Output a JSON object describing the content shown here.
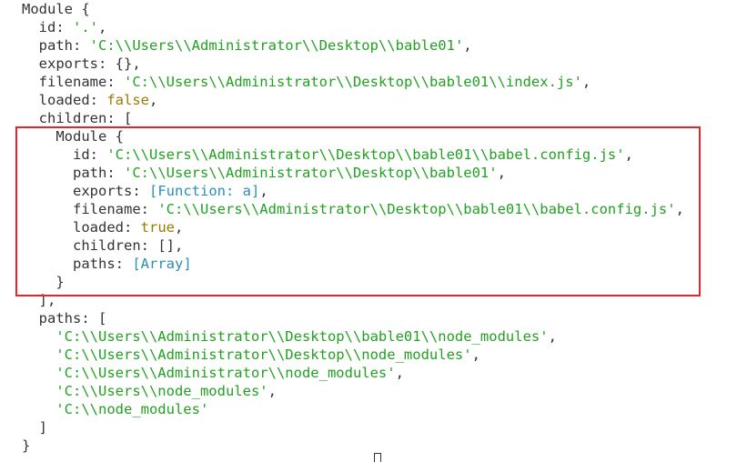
{
  "console": {
    "lines": [
      {
        "indent": "",
        "parts": [
          [
            "p",
            "Module {"
          ]
        ]
      },
      {
        "indent": "  ",
        "parts": [
          [
            "p",
            "id: "
          ],
          [
            "s",
            "'.'"
          ],
          [
            "p",
            ","
          ]
        ]
      },
      {
        "indent": "  ",
        "parts": [
          [
            "p",
            "path: "
          ],
          [
            "s",
            "'C:\\\\Users\\\\Administrator\\\\Desktop\\\\bable01'"
          ],
          [
            "p",
            ","
          ]
        ]
      },
      {
        "indent": "  ",
        "parts": [
          [
            "p",
            "exports: {},"
          ]
        ]
      },
      {
        "indent": "  ",
        "parts": [
          [
            "p",
            "filename: "
          ],
          [
            "s",
            "'C:\\\\Users\\\\Administrator\\\\Desktop\\\\bable01\\\\index.js'"
          ],
          [
            "p",
            ","
          ]
        ]
      },
      {
        "indent": "  ",
        "parts": [
          [
            "p",
            "loaded: "
          ],
          [
            "k",
            "false"
          ],
          [
            "p",
            ","
          ]
        ]
      },
      {
        "indent": "  ",
        "parts": [
          [
            "p",
            "children: ["
          ]
        ]
      },
      {
        "indent": "    ",
        "parts": [
          [
            "p",
            "Module {"
          ]
        ]
      },
      {
        "indent": "      ",
        "parts": [
          [
            "p",
            "id: "
          ],
          [
            "s",
            "'C:\\\\Users\\\\Administrator\\\\Desktop\\\\bable01\\\\babel.config.js'"
          ],
          [
            "p",
            ","
          ]
        ]
      },
      {
        "indent": "      ",
        "parts": [
          [
            "p",
            "path: "
          ],
          [
            "s",
            "'C:\\\\Users\\\\Administrator\\\\Desktop\\\\bable01'"
          ],
          [
            "p",
            ","
          ]
        ]
      },
      {
        "indent": "      ",
        "parts": [
          [
            "p",
            "exports: "
          ],
          [
            "f",
            "[Function: a]"
          ],
          [
            "p",
            ","
          ]
        ]
      },
      {
        "indent": "      ",
        "parts": [
          [
            "p",
            "filename: "
          ],
          [
            "s",
            "'C:\\\\Users\\\\Administrator\\\\Desktop\\\\bable01\\\\babel.config.js'"
          ],
          [
            "p",
            ","
          ]
        ]
      },
      {
        "indent": "      ",
        "parts": [
          [
            "p",
            "loaded: "
          ],
          [
            "k",
            "true"
          ],
          [
            "p",
            ","
          ]
        ]
      },
      {
        "indent": "      ",
        "parts": [
          [
            "p",
            "children: [],"
          ]
        ]
      },
      {
        "indent": "      ",
        "parts": [
          [
            "p",
            "paths: "
          ],
          [
            "f",
            "[Array]"
          ]
        ]
      },
      {
        "indent": "    ",
        "parts": [
          [
            "p",
            "}"
          ]
        ]
      },
      {
        "indent": "  ",
        "parts": [
          [
            "p",
            "],"
          ]
        ]
      },
      {
        "indent": "  ",
        "parts": [
          [
            "p",
            "paths: ["
          ]
        ]
      },
      {
        "indent": "    ",
        "parts": [
          [
            "s",
            "'C:\\\\Users\\\\Administrator\\\\Desktop\\\\bable01\\\\node_modules'"
          ],
          [
            "p",
            ","
          ]
        ]
      },
      {
        "indent": "    ",
        "parts": [
          [
            "s",
            "'C:\\\\Users\\\\Administrator\\\\Desktop\\\\node_modules'"
          ],
          [
            "p",
            ","
          ]
        ]
      },
      {
        "indent": "    ",
        "parts": [
          [
            "s",
            "'C:\\\\Users\\\\Administrator\\\\node_modules'"
          ],
          [
            "p",
            ","
          ]
        ]
      },
      {
        "indent": "    ",
        "parts": [
          [
            "s",
            "'C:\\\\Users\\\\node_modules'"
          ],
          [
            "p",
            ","
          ]
        ]
      },
      {
        "indent": "    ",
        "parts": [
          [
            "s",
            "'C:\\\\node_modules'"
          ]
        ]
      },
      {
        "indent": "  ",
        "parts": [
          [
            "p",
            "]"
          ]
        ]
      },
      {
        "indent": "",
        "parts": [
          [
            "p",
            "}"
          ]
        ]
      }
    ]
  },
  "colors": {
    "text": "#333333",
    "string": "#21a121",
    "keyword": "#9a7a00",
    "function": "#2a8fb8",
    "highlight_border": "#e6252a"
  }
}
